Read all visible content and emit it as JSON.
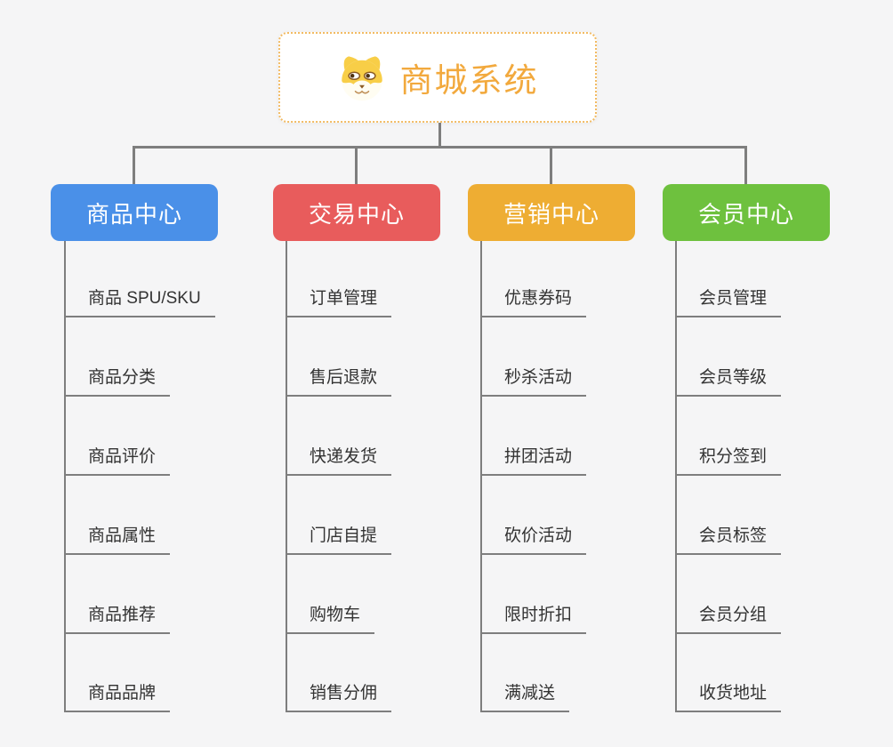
{
  "root": {
    "title": "商城系统",
    "icon": "shiba-dog-icon",
    "title_color": "#f2a93d",
    "border_color": "#f2bb63"
  },
  "connector_color": "#7e7e7e",
  "branches": [
    {
      "label": "商品中心",
      "color": "#4a90e8",
      "items": [
        "商品 SPU/SKU",
        "商品分类",
        "商品评价",
        "商品属性",
        "商品推荐",
        "商品品牌"
      ]
    },
    {
      "label": "交易中心",
      "color": "#e85c5c",
      "items": [
        "订单管理",
        "售后退款",
        "快递发货",
        "门店自提",
        "购物车",
        "销售分佣"
      ]
    },
    {
      "label": "营销中心",
      "color": "#eead33",
      "items": [
        "优惠券码",
        "秒杀活动",
        "拼团活动",
        "砍价活动",
        "限时折扣",
        "满减送"
      ]
    },
    {
      "label": "会员中心",
      "color": "#6ec13e",
      "items": [
        "会员管理",
        "会员等级",
        "积分签到",
        "会员标签",
        "会员分组",
        "收货地址"
      ]
    }
  ]
}
